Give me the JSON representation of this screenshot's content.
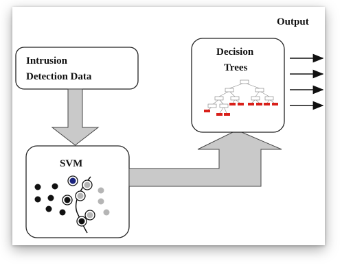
{
  "labels": {
    "output": "Output",
    "input_box_line1": "Intrusion",
    "input_box_line2": "Detection Data",
    "svm_box": "SVM",
    "tree_box_line1": "Decision",
    "tree_box_line2": "Trees"
  },
  "colors": {
    "arrow_fill": "#c9c9c9",
    "arrow_stroke": "#444444",
    "dark_point": "#111111",
    "light_point": "#b5b5b5",
    "highlight_point": "#1a237e",
    "tree_leaf": "#d9201a"
  },
  "output_arrow_count": 4
}
